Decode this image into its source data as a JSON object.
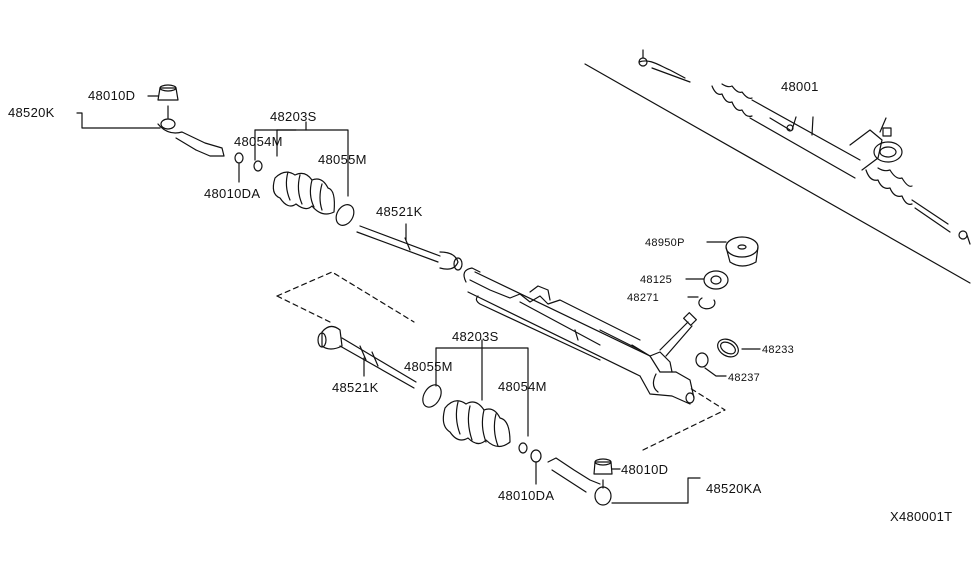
{
  "diagram_id": "X480001T",
  "callouts": {
    "tie_rod_end_left": "48520K",
    "nut_top": "48010D",
    "bushing_top": "48010DA",
    "boot_top": "48203S",
    "clip_small_top": "48054M",
    "band_top": "48055M",
    "inner_socket_top": "48521K",
    "gear_assy": "48001",
    "insulator": "48950P",
    "mount_rubber": "48125",
    "snap_ring": "48271",
    "seal_ring": "48233",
    "plug": "48237",
    "boot_bottom": "48203S",
    "band_bottom": "48055M",
    "clip_small_bottom": "48054M",
    "inner_socket_bottom": "48521K",
    "nut_bottom": "48010D",
    "bushing_bottom": "48010DA",
    "tie_rod_end_right": "48520KA"
  }
}
